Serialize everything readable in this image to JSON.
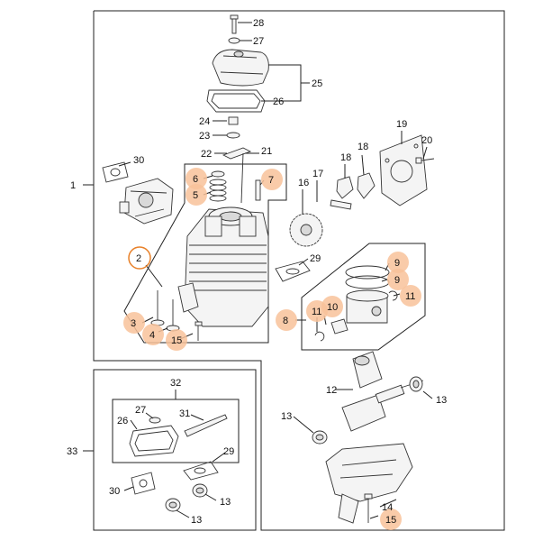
{
  "callouts": {
    "c1": "1",
    "c2": "2",
    "c3": "3",
    "c4": "4",
    "c5": "5",
    "c6": "6",
    "c7": "7",
    "c8": "8",
    "c9a": "9",
    "c9b": "9",
    "c11a": "11",
    "c11b": "11",
    "c10": "10",
    "c12": "12",
    "c13a": "13",
    "c13b": "13",
    "c13c": "13",
    "c13d": "13",
    "c14": "14",
    "c15a": "15",
    "c15b": "15",
    "c16": "16",
    "c17": "17",
    "c18a": "18",
    "c18b": "18",
    "c19": "19",
    "c20": "20",
    "c21": "21",
    "c22": "22",
    "c23": "23",
    "c24": "24",
    "c25": "25",
    "c26a": "26",
    "c26b": "26",
    "c27a": "27",
    "c27b": "27",
    "c28": "28",
    "c29a": "29",
    "c29b": "29",
    "c30a": "30",
    "c30b": "30",
    "c31": "31",
    "c32": "32",
    "c33": "33"
  },
  "colors": {
    "highlight_fill": "#f8c29a",
    "highlight_ring": "#e8812a",
    "line": "#222222"
  }
}
